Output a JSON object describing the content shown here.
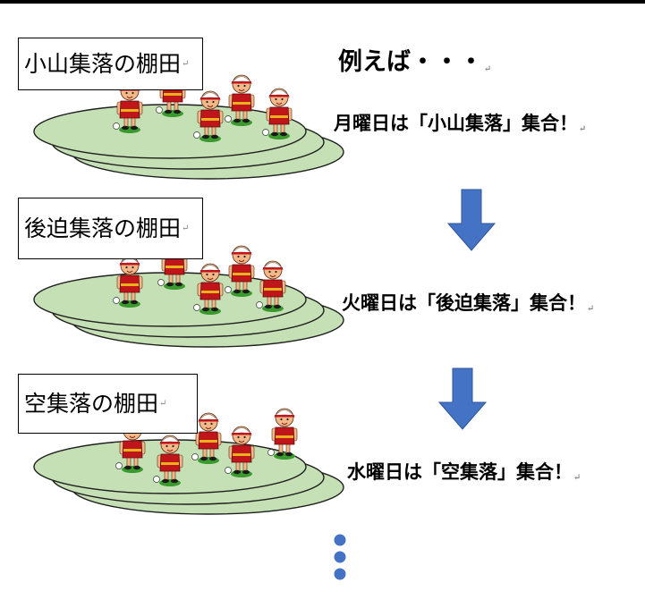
{
  "heading": "例えば・・・",
  "paragraph_mark": "↵",
  "colors": {
    "field_fill": "#c5e0b4",
    "field_stroke": "#1f1f1f",
    "arrow": "#4472c4",
    "dots": "#4472c4",
    "uniform_red": "#c0161b",
    "uniform_gold": "#e8b21f",
    "skin": "#f2b888",
    "grass": "#3a9a2e"
  },
  "groups": [
    {
      "label": "小山集落の棚田",
      "rule": "月曜日は「小山集落」集合！"
    },
    {
      "label": "後迫集落の棚田",
      "rule": "火曜日は「後迫集落」集合！"
    },
    {
      "label": "空集落の棚田",
      "rule": "水曜日は「空集落」集合！"
    }
  ],
  "icons": [
    "down-arrow-icon",
    "down-arrow-icon",
    "ellipsis-dot-icon",
    "ellipsis-dot-icon",
    "ellipsis-dot-icon"
  ]
}
